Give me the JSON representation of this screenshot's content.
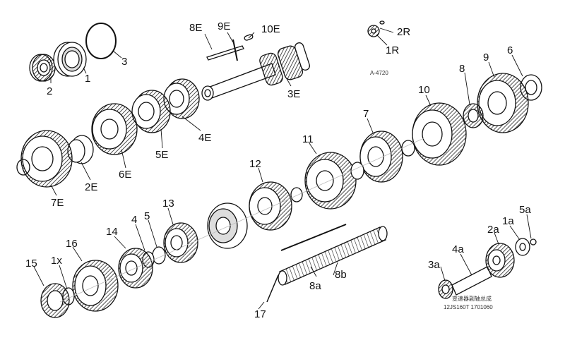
{
  "drawing_number": "A-4720",
  "caption_lines": [
    "变速器副轴总成",
    "12JS160T 1701060"
  ],
  "labels": {
    "p1": "1",
    "p2": "2",
    "p3": "3",
    "p8E": "8E",
    "p9E": "9E",
    "p10E": "10E",
    "p3E": "3E",
    "p4E": "4E",
    "p5E": "5E",
    "p6E": "6E",
    "p7E": "7E",
    "p2E": "2E",
    "p1R": "1R",
    "p2R": "2R",
    "p10": "10",
    "p8": "8",
    "p9": "9",
    "p6": "6",
    "p7": "7",
    "p11": "11",
    "p12": "12",
    "p13": "13",
    "p4": "4",
    "p5": "5",
    "p14": "14",
    "p16": "16",
    "p15": "15",
    "p1x": "1x",
    "p8a": "8a",
    "p8b": "8b",
    "p17": "17",
    "p1a": "1a",
    "p5a": "5a",
    "p2a": "2a",
    "p4a": "4a",
    "p3a": "3a"
  }
}
